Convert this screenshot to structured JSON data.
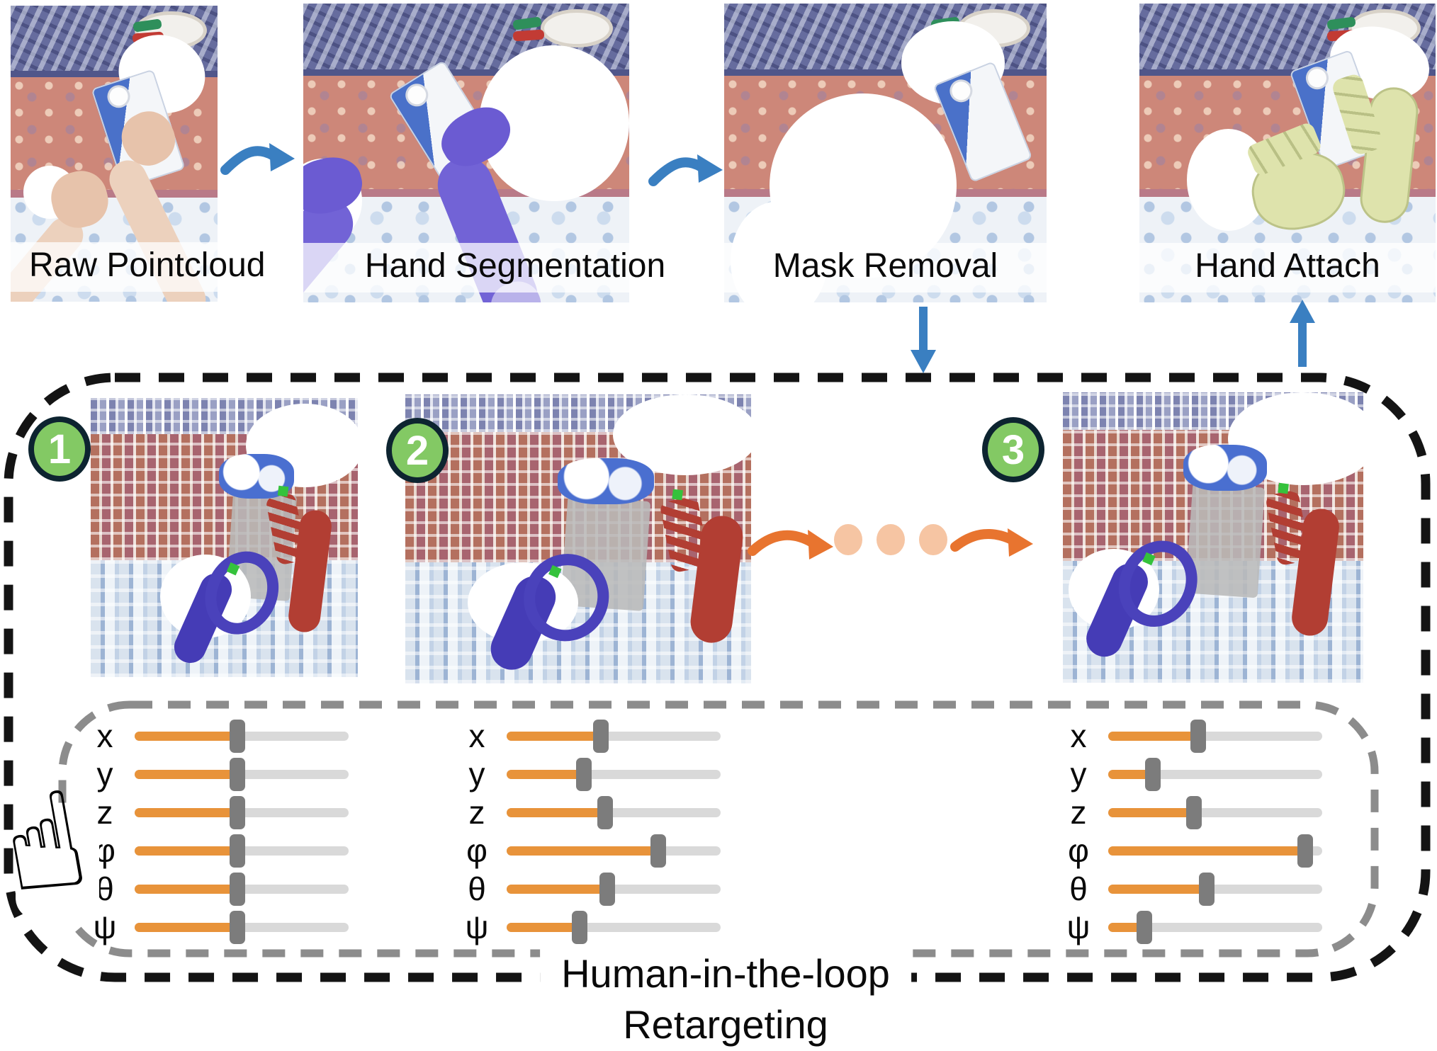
{
  "stages": [
    {
      "label": "Raw Pointcloud"
    },
    {
      "label": "Hand Segmentation"
    },
    {
      "label": "Mask Removal"
    },
    {
      "label": "Hand Attach"
    }
  ],
  "badges": [
    "1",
    "2",
    "3"
  ],
  "caption": {
    "line1": "Human-in-the-loop",
    "line2": "Retargeting"
  },
  "sliders": {
    "labels": [
      "x",
      "y",
      "z",
      "φ",
      "θ",
      "ψ"
    ],
    "panels": [
      {
        "values": [
          48,
          48,
          48,
          48,
          48,
          48
        ]
      },
      {
        "values": [
          44,
          36,
          46,
          71,
          47,
          34
        ]
      },
      {
        "values": [
          42,
          21,
          40,
          92,
          46,
          17
        ]
      }
    ]
  },
  "icons": {
    "hand_cursor": "☝",
    "stage_flow_arrows": "curved-blue-arrow",
    "mask_removal_to_loop": "blue-down-arrow",
    "loop_to_hand_attach": "blue-up-arrow",
    "iteration_arrows": "curved-orange-arrow",
    "iteration_dots": "three-peach-dots"
  },
  "colors": {
    "arrow_blue": "#3a7fc1",
    "arrow_orange": "#e8742f",
    "dot_peach": "#f6c5a3",
    "slider_fill": "#e8933a",
    "slider_track": "#d9d9d9",
    "slider_handle": "#7c7c7c",
    "badge_fill": "#83c964",
    "badge_border": "#0d2430",
    "outer_box": "#141414",
    "inner_box": "#8c8c8c"
  }
}
